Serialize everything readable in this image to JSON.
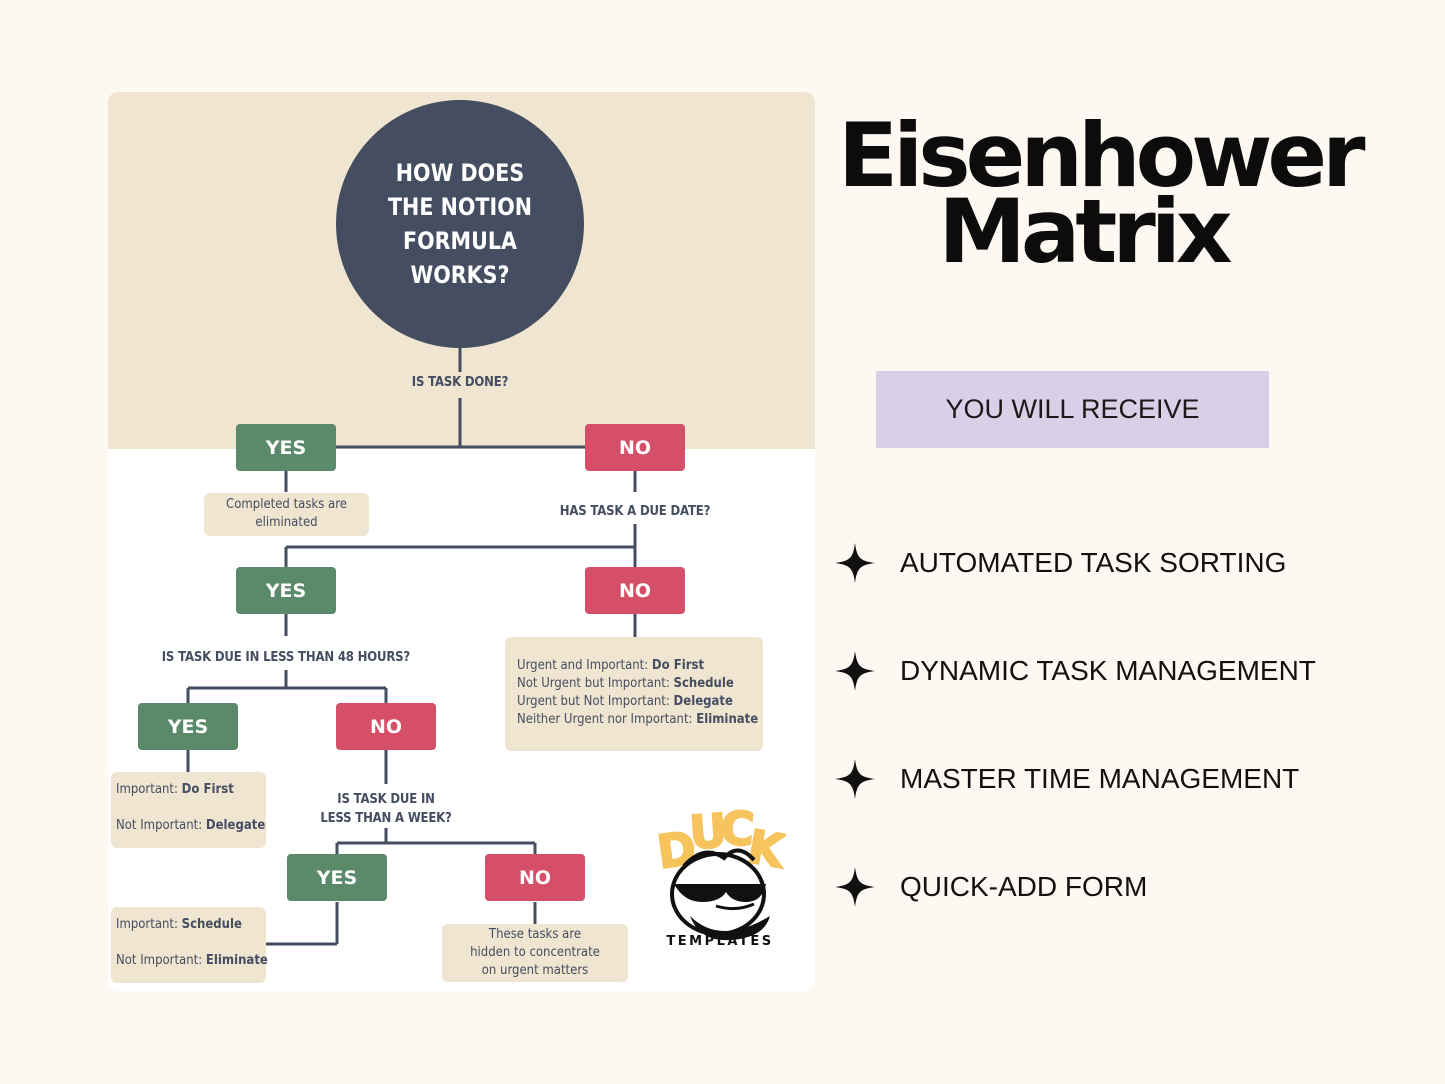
{
  "flowchart": {
    "circle_title": "HOW DOES THE NOTION FORMULA WORKS?",
    "q_task_done": "IS TASK DONE?",
    "yes1": "YES",
    "no1": "NO",
    "note_completed": "Completed tasks are eliminated",
    "q_due_date": "HAS TASK A DUE DATE?",
    "yes2": "YES",
    "no2": "NO",
    "q_48h": "IS TASK DUE IN LESS THAN 48 HOURS?",
    "note_no_due": {
      "l1_a": "Urgent and Important: ",
      "l1_b": "Do First",
      "l2_a": "Not Urgent but Important: ",
      "l2_b": "Schedule",
      "l3_a": "Urgent but Not Important: ",
      "l3_b": "Delegate",
      "l4_a": "Neither Urgent nor Important: ",
      "l4_b": "Eliminate"
    },
    "yes3": "YES",
    "no3": "NO",
    "note_48h": {
      "l1_a": "Important: ",
      "l1_b": "Do First",
      "l2_a": "Not Important: ",
      "l2_b": "Delegate"
    },
    "q_week_line1": "IS TASK DUE IN",
    "q_week_line2": "LESS THAN A WEEK?",
    "yes4": "YES",
    "no4": "NO",
    "note_week": {
      "l1_a": "Important: ",
      "l1_b": "Schedule",
      "l2_a": "Not Important: ",
      "l2_b": "Eliminate"
    },
    "note_hidden": "These tasks are hidden to concentrate on urgent matters"
  },
  "logo": {
    "word_top": "DUCK",
    "word_bottom": "TEMPLATES"
  },
  "product": {
    "title_line1": "Eisenhower",
    "title_line2": "Matrix",
    "receive_label": "YOU WILL RECEIVE",
    "features": [
      "AUTOMATED TASK SORTING",
      "DYNAMIC TASK MANAGEMENT",
      "MASTER TIME MANAGEMENT",
      "QUICK-ADD FORM"
    ],
    "feature_icon": "sparkle-icon"
  },
  "colors": {
    "background": "#fdf8f1",
    "beige": "#efe5d0",
    "navy": "#454d61",
    "yes_green": "#5b8a6a",
    "no_red": "#d44f67",
    "lavender": "#d9cfe6",
    "logo_yellow": "#f6c35c"
  }
}
